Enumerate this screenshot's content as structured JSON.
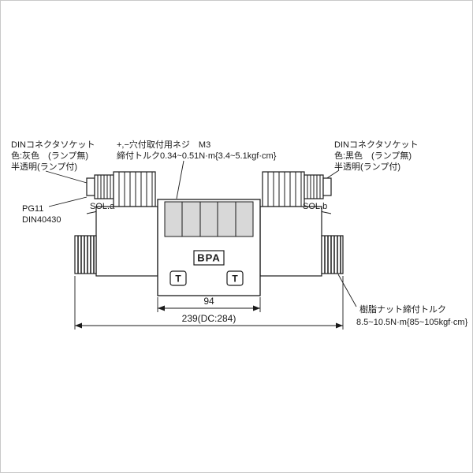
{
  "colors": {
    "line": "#1a1a1a",
    "nameplate_band": "#d8d8d8",
    "background": "#ffffff"
  },
  "annotations": {
    "din_left": {
      "line1": "DINコネクタソケット",
      "line2": "色:灰色　(ランプ無)",
      "line3": "半透明(ランプ付)"
    },
    "mounting_screw": {
      "line1": "+,−穴付取付用ネジ　M3",
      "line2": "締付トルク0.34~0.51N·m{3.4~5.1kgf·cm}"
    },
    "din_right": {
      "line1": "DINコネクタソケット",
      "line2": "色:黒色　(ランプ無)",
      "line3": "半透明(ランプ付)"
    },
    "cable_gland": {
      "line1": "PG11",
      "line2": "DIN40430"
    },
    "sol_a": "SOL.a",
    "sol_b": "SOL.b",
    "resin_nut": {
      "line1": "樹脂ナット締付トルク",
      "line2": "8.5~10.5N·m{85~105kgf·cm}"
    }
  },
  "valve": {
    "nameplate": "BPA",
    "port_left": "T",
    "port_right": "T"
  },
  "dimensions": {
    "body_width": "94",
    "overall_length": "239(DC:284)"
  }
}
